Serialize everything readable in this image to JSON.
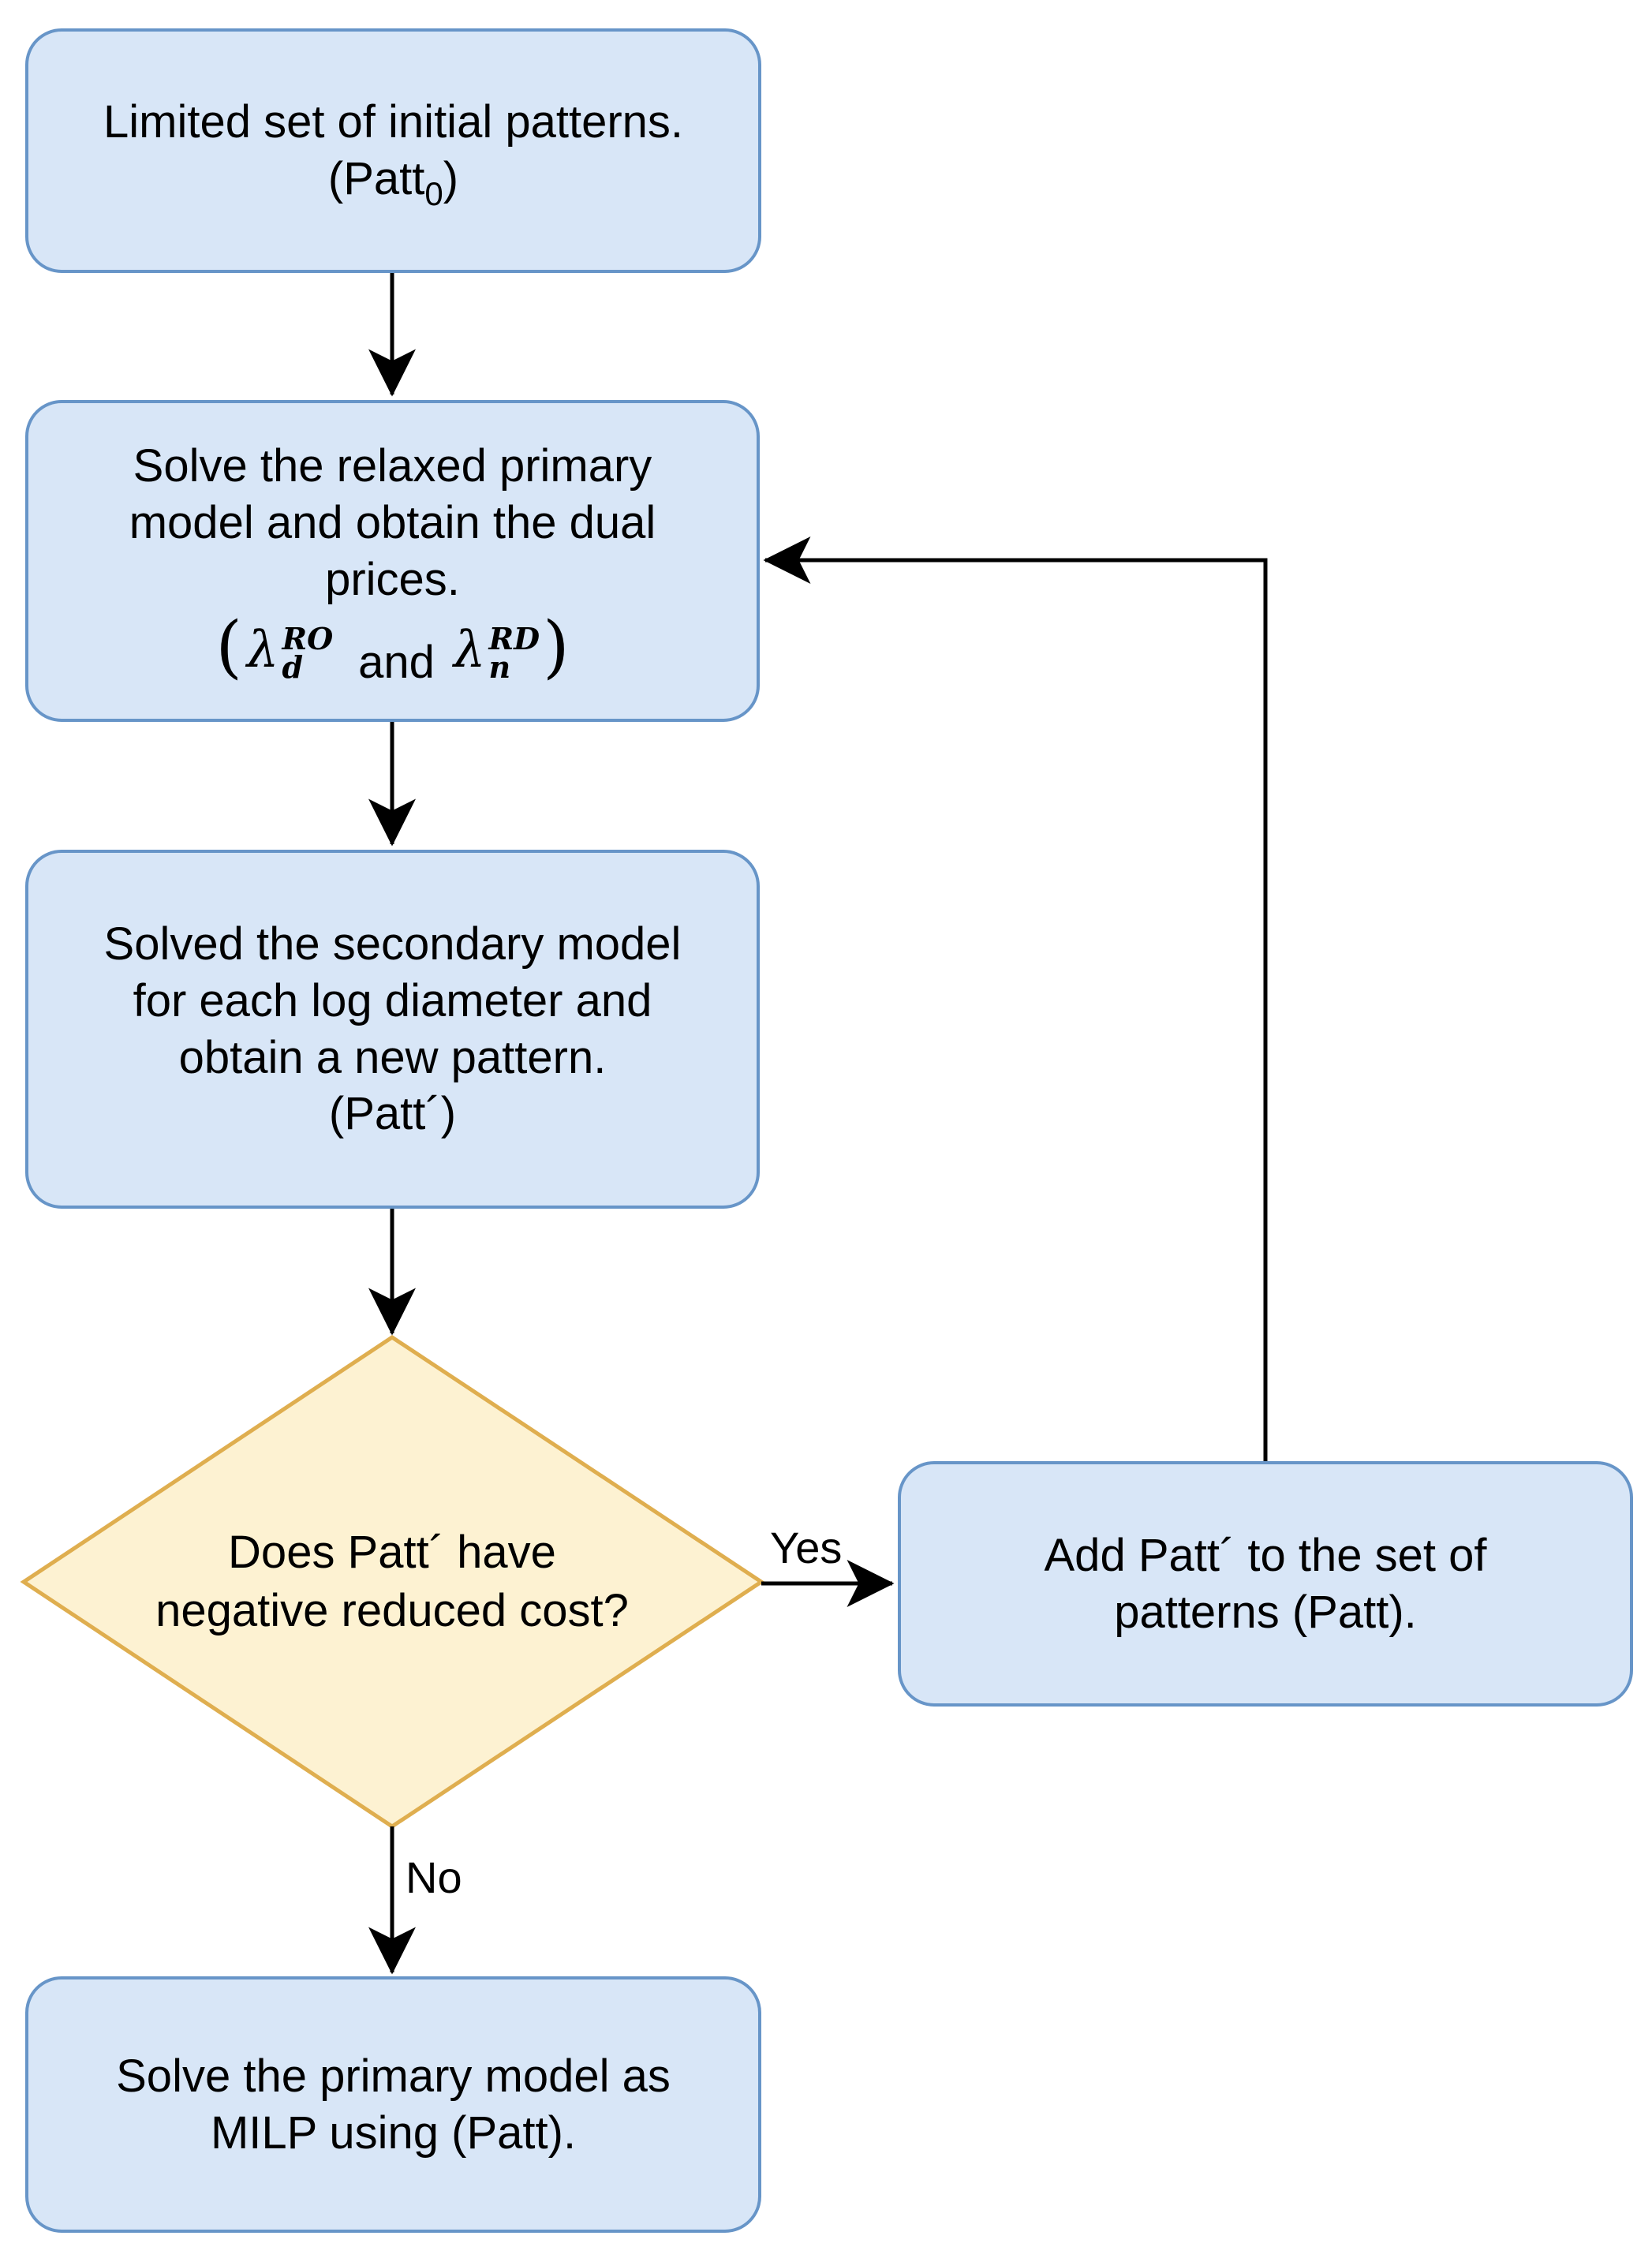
{
  "colors": {
    "process_fill": "#d8e6f7",
    "process_border": "#6795c8",
    "decision_fill": "#fdf2d2",
    "decision_border": "#dfae4f",
    "connector": "#000000",
    "text": "#000000",
    "page_bg": "#ffffff"
  },
  "nodes": {
    "initial": {
      "line1": "Limited set of initial patterns.",
      "patt_open": "(Patt",
      "patt_sub": "0",
      "patt_close": ")"
    },
    "relaxed": {
      "text": "Solve the relaxed primary\nmodel and obtain the dual\nprices.",
      "formula": {
        "open": "(",
        "lambda1": "λ",
        "sup1": "RO",
        "sub1": "d",
        "and": "and",
        "lambda2": "λ",
        "sup2": "RD",
        "sub2": "n",
        "close": ")"
      }
    },
    "secondary": {
      "text": "Solved the secondary model\nfor each log diameter and\nobtain a new pattern.\n(Patt´)"
    },
    "decision": {
      "text": "Does Patt´ have\nnegative reduced cost?"
    },
    "add_pattern": {
      "text": "Add Patt´ to the set of\npatterns (Patt)."
    },
    "solve_milp": {
      "text": "Solve the primary model as\nMILP using (Patt)."
    }
  },
  "edge_labels": {
    "yes": "Yes",
    "no": "No"
  }
}
